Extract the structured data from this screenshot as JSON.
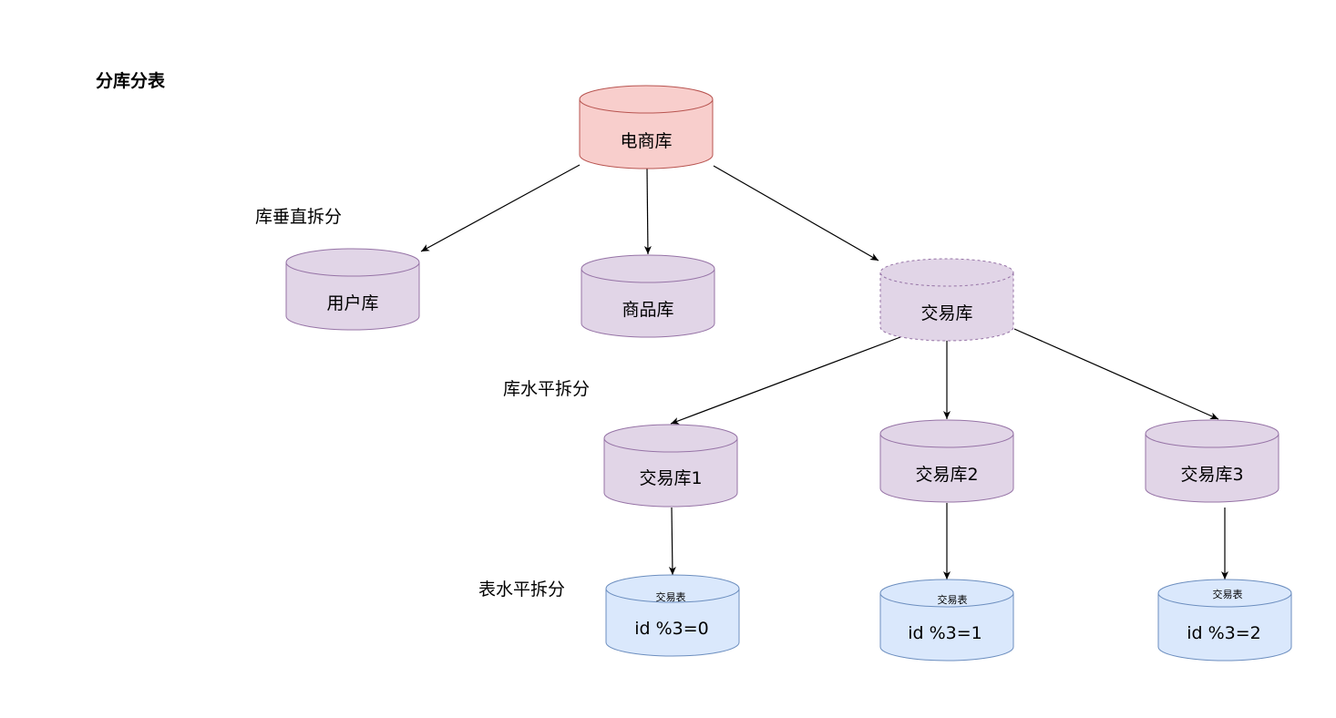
{
  "title": "分库分表",
  "sections": {
    "vertical_db_split": "库垂直拆分",
    "horizontal_db_split": "库水平拆分",
    "horizontal_table_split": "表水平拆分"
  },
  "colors": {
    "red_fill": "#f8cecc",
    "red_stroke": "#b85450",
    "purple_fill": "#e1d5e7",
    "purple_stroke": "#9673a6",
    "blue_fill": "#dae8fc",
    "blue_stroke": "#6c8ebf",
    "arrow": "#000000"
  },
  "nodes": {
    "ecommerce_db": {
      "label": "电商库"
    },
    "user_db": {
      "label": "用户库"
    },
    "product_db": {
      "label": "商品库"
    },
    "trade_db": {
      "label": "交易库"
    },
    "trade_db_1": {
      "label": "交易库1"
    },
    "trade_db_2": {
      "label": "交易库2"
    },
    "trade_db_3": {
      "label": "交易库3"
    },
    "trade_table_0": {
      "table_name": "交易表",
      "label": "id %3=0"
    },
    "trade_table_1": {
      "table_name": "交易表",
      "label": "id %3=1"
    },
    "trade_table_2": {
      "table_name": "交易表",
      "label": "id %3=2"
    }
  }
}
